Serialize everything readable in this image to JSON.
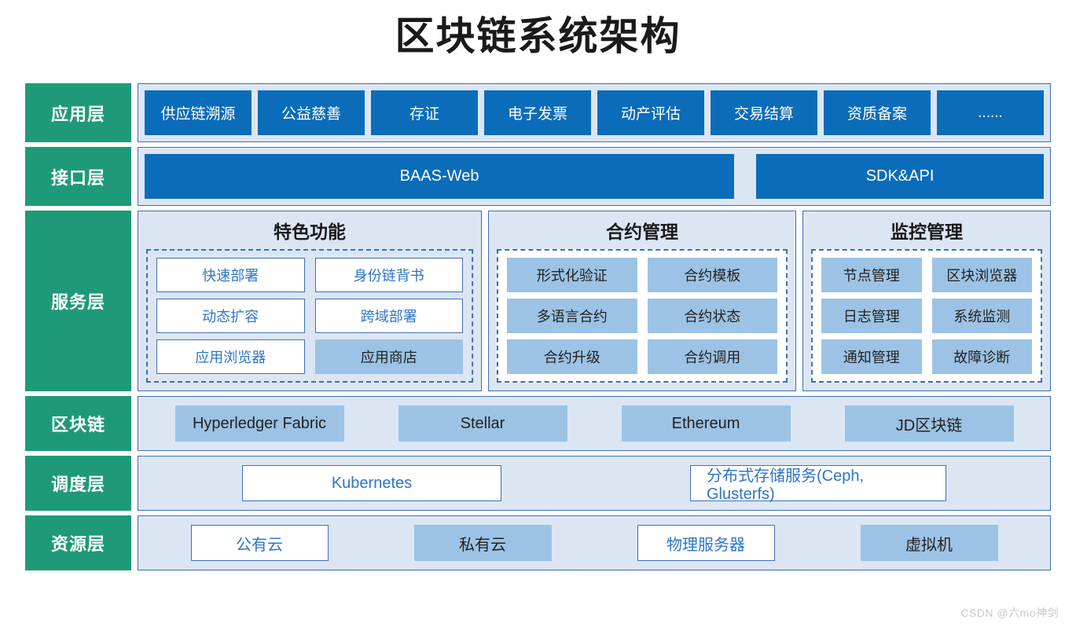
{
  "title": "区块链系统架构",
  "colors": {
    "layer_label_green": "#1F9A78",
    "chip_blue": "#0B6CBA",
    "panel_bg": "#DCE6F3",
    "panel_border": "#3F6FB5",
    "chip_light_blue": "#9CC3E5",
    "link_text_blue": "#2E75C7"
  },
  "layers": {
    "application": {
      "label": "应用层",
      "items": [
        "供应链溯源",
        "公益慈善",
        "存证",
        "电子发票",
        "动产评估",
        "交易结算",
        "资质备案",
        "......"
      ]
    },
    "interface": {
      "label": "接口层",
      "items": [
        "BAAS-Web",
        "SDK&API"
      ]
    },
    "service": {
      "label": "服务层",
      "panels": [
        {
          "title": "特色功能",
          "inner_bg": "transparent",
          "items": [
            {
              "label": "快速部署",
              "style": "outline"
            },
            {
              "label": "身份链背书",
              "style": "outline"
            },
            {
              "label": "动态扩容",
              "style": "outline"
            },
            {
              "label": "跨域部署",
              "style": "outline"
            },
            {
              "label": "应用浏览器",
              "style": "outline"
            },
            {
              "label": "应用商店",
              "style": "fill"
            }
          ]
        },
        {
          "title": "合约管理",
          "inner_bg": "white",
          "items": [
            {
              "label": "形式化验证",
              "style": "fill"
            },
            {
              "label": "合约模板",
              "style": "fill"
            },
            {
              "label": "多语言合约",
              "style": "fill"
            },
            {
              "label": "合约状态",
              "style": "fill"
            },
            {
              "label": "合约升级",
              "style": "fill"
            },
            {
              "label": "合约调用",
              "style": "fill"
            }
          ]
        },
        {
          "title": "监控管理",
          "inner_bg": "white",
          "items": [
            {
              "label": "节点管理",
              "style": "fill"
            },
            {
              "label": "区块浏览器",
              "style": "fill"
            },
            {
              "label": "日志管理",
              "style": "fill"
            },
            {
              "label": "系统监测",
              "style": "fill"
            },
            {
              "label": "通知管理",
              "style": "fill"
            },
            {
              "label": "故障诊断",
              "style": "fill"
            }
          ]
        }
      ]
    },
    "blockchain": {
      "label": "区块链",
      "items": [
        "Hyperledger Fabric",
        "Stellar",
        "Ethereum",
        "JD区块链"
      ]
    },
    "scheduling": {
      "label": "调度层",
      "items": [
        "Kubernetes",
        "分布式存储服务(Ceph, Glusterfs)"
      ]
    },
    "resource": {
      "label": "资源层",
      "items": [
        {
          "label": "公有云",
          "style": "outline"
        },
        {
          "label": "私有云",
          "style": "fill"
        },
        {
          "label": "物理服务器",
          "style": "outline"
        },
        {
          "label": "虚拟机",
          "style": "fill"
        }
      ]
    }
  },
  "watermark": "CSDN @六mo神剑"
}
